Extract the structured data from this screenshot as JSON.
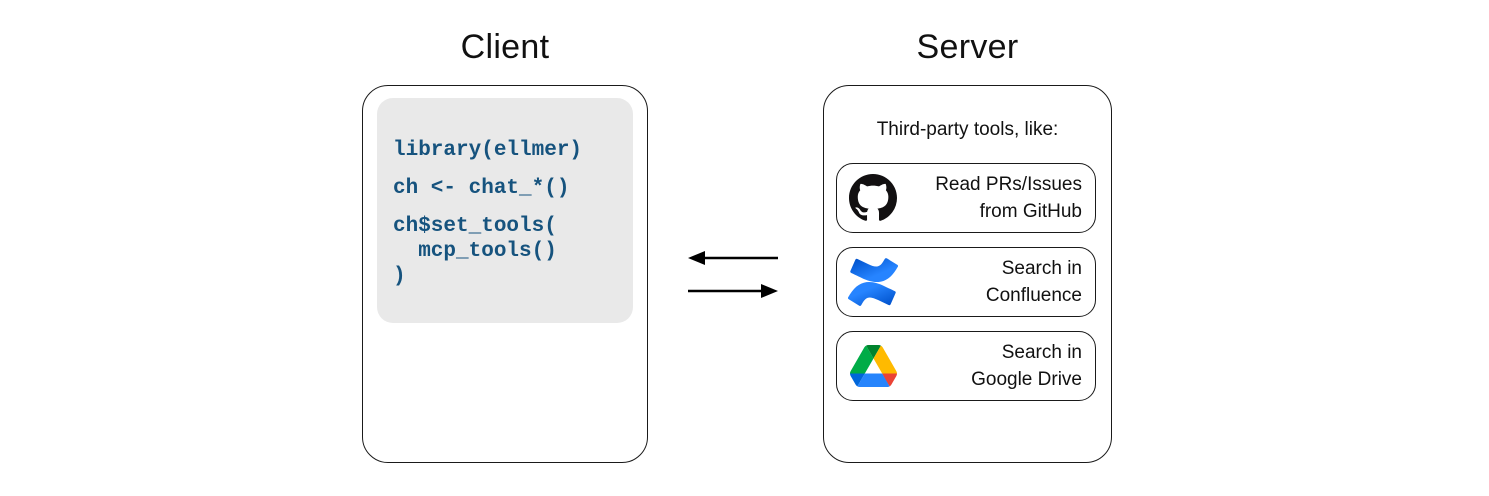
{
  "client": {
    "title": "Client",
    "code_blocks": [
      "library(ellmer)",
      "ch <- chat_*()",
      "ch$set_tools(\n  mcp_tools()\n)"
    ]
  },
  "server": {
    "title": "Server",
    "subtitle": "Third-party tools, like:",
    "tools": [
      {
        "icon": "github-icon",
        "label": "Read PRs/Issues\nfrom GitHub"
      },
      {
        "icon": "confluence-icon",
        "label": "Search in\nConfluence"
      },
      {
        "icon": "google-drive-icon",
        "label": "Search in\nGoogle Drive"
      }
    ]
  },
  "arrows": {
    "top_direction": "server-to-client",
    "bottom_direction": "client-to-server"
  },
  "colors": {
    "code_text": "#16537E",
    "code_background": "#E9E9E9",
    "box_border": "#1A1A1A",
    "arrow": "#000000",
    "github_black": "#121011",
    "confluence_blue_dark": "#0052CC",
    "confluence_blue_light": "#2684FF",
    "drive_green_dark": "#00832D",
    "drive_green": "#00AC47",
    "drive_blue_dark": "#0066DA",
    "drive_blue": "#2684FC",
    "drive_yellow": "#FFBA00",
    "drive_red": "#EA4335"
  }
}
